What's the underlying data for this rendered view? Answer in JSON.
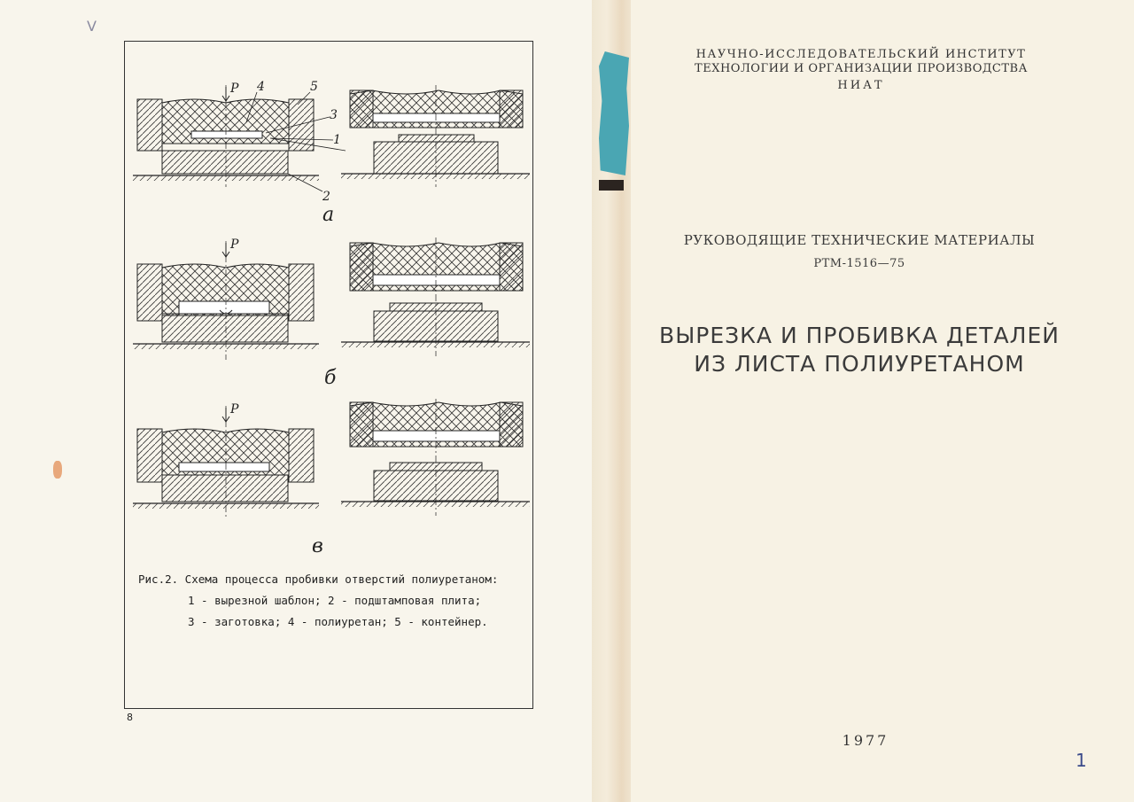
{
  "left_page": {
    "figure_labels": {
      "p": "P",
      "callout_1": "1",
      "callout_2": "2",
      "callout_3": "3",
      "callout_4": "4",
      "callout_5": "5",
      "sub_a": "а",
      "sub_b": "б",
      "sub_v": "в"
    },
    "caption": {
      "line1": "Рис.2. Схема процесса пробивки отверстий полиуретаном:",
      "line2": "1 - вырезной шаблон; 2 - подштамповая плита;",
      "line3": "3 - заготовка; 4 - полиуретан; 5 - контейнер."
    },
    "page_number": "8",
    "pencil_mark": "V"
  },
  "right_page": {
    "institute_line1": "НАУЧНО-ИССЛЕДОВАТЕЛЬСКИЙ ИНСТИТУТ",
    "institute_line2": "ТЕХНОЛОГИИ И ОРГАНИЗАЦИИ ПРОИЗВОДСТВА",
    "institute_line3": "НИАТ",
    "doc_type": "РУКОВОДЯЩИЕ ТЕХНИЧЕСКИЕ МАТЕРИАЛЫ",
    "doc_code": "РТМ-1516—75",
    "title_line1": "ВЫРЕЗКА И ПРОБИВКА ДЕТАЛЕЙ",
    "title_line2": "ИЗ ЛИСТА ПОЛИУРЕТАНОМ",
    "year": "1977",
    "pencil_mark": "1"
  }
}
